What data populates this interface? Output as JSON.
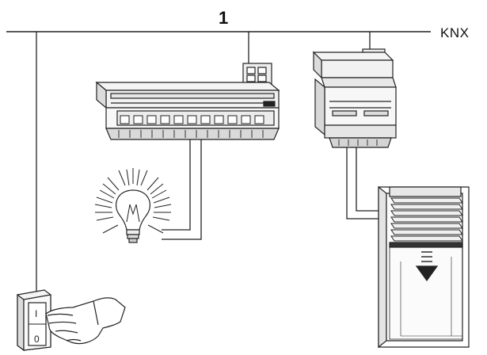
{
  "diagram": {
    "bus_number": "1",
    "bus_label": "KNX",
    "switch_on_mark": "I",
    "switch_off_mark": "0"
  },
  "colors": {
    "line": "#222222",
    "device_fill": "#f2f2f2",
    "device_shade": "#d8d8d8",
    "background": "#ffffff"
  },
  "icons": {
    "actuator": "switch-actuator-icon",
    "blind_actuator": "blind-actuator-icon",
    "lamp": "light-bulb-icon",
    "blind": "window-blind-icon",
    "push_button": "wall-push-button-icon",
    "hand": "hand-pressing-icon"
  }
}
